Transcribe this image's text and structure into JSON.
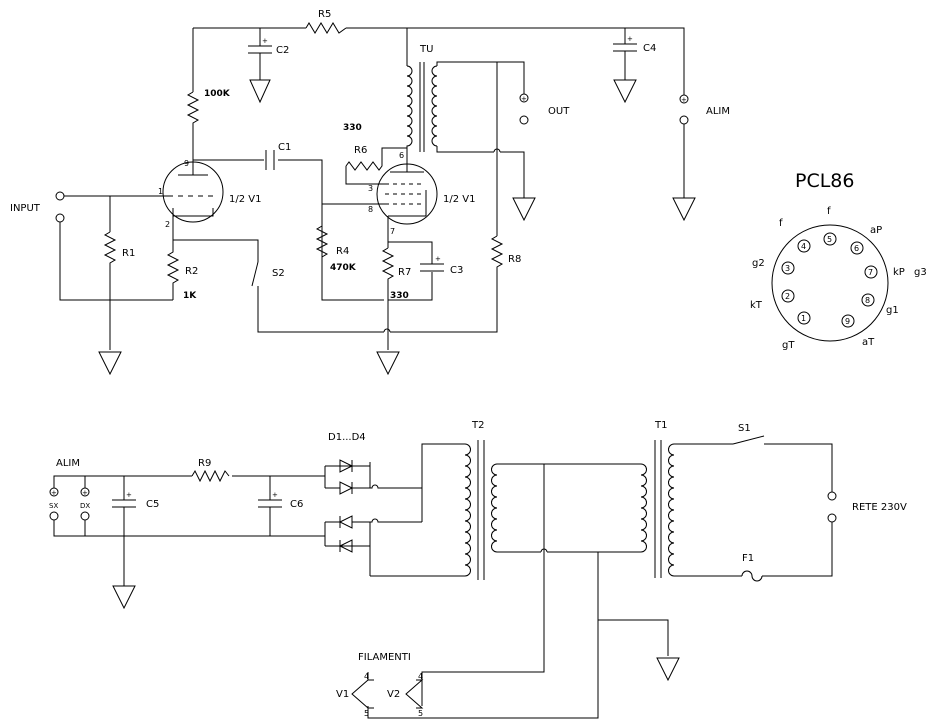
{
  "amp": {
    "input": "INPUT",
    "r1": "R1",
    "r2": "R2",
    "r2_value": "1K",
    "r100k": "100K",
    "r4": "R4",
    "r4_value": "470K",
    "r5": "R5",
    "r6": "R6",
    "r6_value": "330",
    "r7": "R7",
    "r7_value": "330",
    "r8": "R8",
    "c1": "C1",
    "c2": "C2",
    "c3": "C3",
    "c4": "C4",
    "s2": "S2",
    "v1_triode": "1/2 V1",
    "v1_pentode": "1/2 V1",
    "tu": "TU",
    "out": "OUT",
    "alim": "ALIM",
    "plus": "+",
    "pins": {
      "p1": "1",
      "p2": "2",
      "p9": "9",
      "p3": "3",
      "p6": "6",
      "p7": "7",
      "p8": "8"
    }
  },
  "pinout": {
    "title": "PCL86",
    "labels": {
      "f_top": "f",
      "f_left": "f",
      "ap": "aP",
      "g2": "g2",
      "kp": "kP",
      "g3": "g3",
      "kt": "kT",
      "g1": "g1",
      "gt": "gT",
      "at": "aT"
    },
    "pins": [
      "1",
      "2",
      "3",
      "4",
      "5",
      "6",
      "7",
      "8",
      "9"
    ]
  },
  "psu": {
    "alim": "ALIM",
    "sx": "SX",
    "dx": "DX",
    "c5": "C5",
    "c6": "C6",
    "r9": "R9",
    "diodes": "D1...D4",
    "t2": "T2",
    "t1": "T1",
    "s1": "S1",
    "f1": "F1",
    "rete": "RETE 230V",
    "filamenti": "FILAMENTI",
    "v1": "V1",
    "v2": "V2",
    "pin4a": "4",
    "pin5a": "5",
    "pin4b": "4",
    "pin5b": "5"
  }
}
